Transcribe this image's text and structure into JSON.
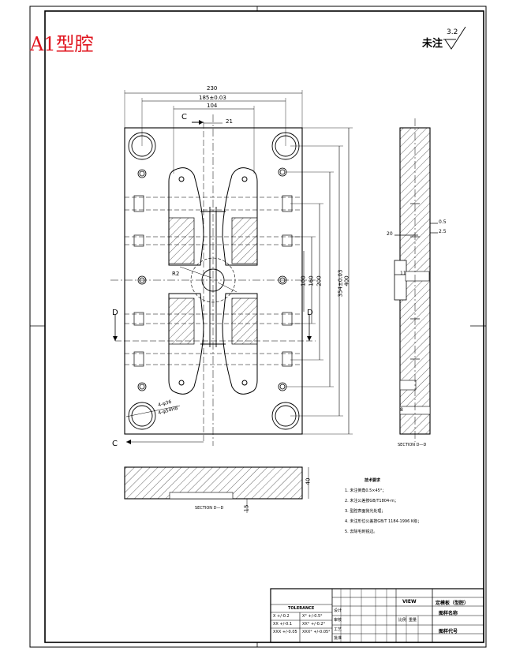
{
  "header": {
    "cavity_title": "A1型腔",
    "roughness_note": "未注",
    "roughness_value": "3.2"
  },
  "dimensions": {
    "overall_width": "230",
    "hole_spacing_1": "185±0.03",
    "hole_spacing_2": "104",
    "gate_width": "21",
    "pitch_100": "100",
    "pitch_160": "160",
    "pitch_200": "200",
    "pitch_354": "354±0.03",
    "overall_height": "400",
    "radius_note": "R2",
    "pin_dia_1": "4-φ36",
    "pin_dia_2": "4-φ54H8",
    "depth_40": "40",
    "depth_15": "15",
    "side_05": "0.5",
    "side_25": "2.5",
    "side_20": "20",
    "side_11": "11",
    "side_8": "8"
  },
  "views": {
    "section_c": "C",
    "section_d": "D",
    "section_dd_side": "SECTION D—D",
    "section_dd_bottom": "SECTION D—D"
  },
  "notes": {
    "heading": "技术要求",
    "items": [
      "1. 未注倒角0.5×45°；",
      "2. 未注公差按GB/T1804-m；",
      "3. 型腔表面抛光处理；",
      "4. 未注形位公差按GB/T 1184-1996 K级；",
      "5. 去除毛刺锐边。"
    ]
  },
  "title_block": {
    "view_label": "VIEW",
    "part_name": "定模板（型腔）",
    "drawing_name": "图样名称",
    "drawing_code": "图样代号",
    "tolerance_heading": "TOLERANCE",
    "tol_x": "X   +/-0.2",
    "tol_xx": "XX  +/-0.1",
    "tol_xxx": "XXX +/-0.05",
    "tol_ang_1": "X°  +/-0.5°",
    "tol_ang_2": "XX° +/-0.2°",
    "tol_ang_3": "XXX° +/-0.05°",
    "approve_1": "设计",
    "approve_2": "审核",
    "approve_3": "工艺",
    "approve_4": "批准",
    "scale": "比例",
    "weight": "重量"
  }
}
